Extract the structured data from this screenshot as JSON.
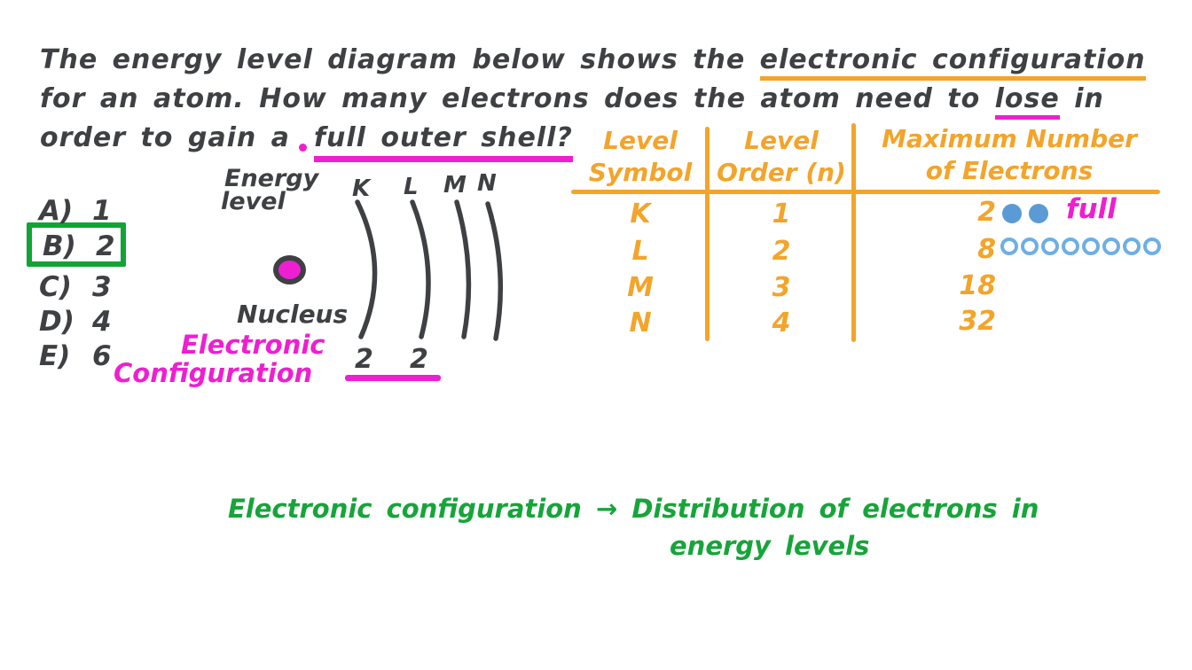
{
  "colors": {
    "ink": "#3E4043",
    "orange": "#F3A42A",
    "magenta": "#EE1FD0",
    "green_text": "#17A43A",
    "green_box": "#10A434",
    "blue_filled": "#5B9BD5",
    "blue_hollow": "#6FAEE3",
    "background": "#FFFFFF"
  },
  "question": {
    "line1_pre": "The energy level diagram below shows the",
    "line1_underlined": "electronic configuration",
    "line2_pre": "for an atom. How many electrons does the atom need to",
    "line2_underlined": "lose",
    "line2_post": "in",
    "line3_pre": "order to gain a",
    "line3_underlined": "full outer shell?"
  },
  "options": [
    {
      "label": "A)",
      "value": "1"
    },
    {
      "label": "B)",
      "value": "2"
    },
    {
      "label": "C)",
      "value": "3"
    },
    {
      "label": "D)",
      "value": "4"
    },
    {
      "label": "E)",
      "value": "6"
    }
  ],
  "correct_answer_label": "B)",
  "diagram": {
    "energy_label_1": "Energy",
    "energy_label_2": "level",
    "shells": [
      "K",
      "L",
      "M",
      "N"
    ],
    "nucleus_label": "Nucleus",
    "config_label_1": "Electronic",
    "config_label_2": "Configuration",
    "config_k": "2",
    "config_l": "2"
  },
  "table": {
    "header_col1_line1": "Level",
    "header_col1_line2": "Symbol",
    "header_col2_line1": "Level",
    "header_col2_line2": "Order (n)",
    "header_col3_line1": "Maximum Number",
    "header_col3_line2": "of Electrons",
    "rows": [
      {
        "symbol": "K",
        "order": "1",
        "max": "2",
        "note": "full",
        "filled_dots": 2,
        "hollow_dots": 0
      },
      {
        "symbol": "L",
        "order": "2",
        "max": "8",
        "note": "",
        "filled_dots": 0,
        "hollow_dots": 8
      },
      {
        "symbol": "M",
        "order": "3",
        "max": "18",
        "note": "",
        "filled_dots": 0,
        "hollow_dots": 0
      },
      {
        "symbol": "N",
        "order": "4",
        "max": "32",
        "note": "",
        "filled_dots": 0,
        "hollow_dots": 0
      }
    ]
  },
  "footer": {
    "term": "Electronic configuration",
    "arrow": "→",
    "definition_line1": "Distribution of electrons in",
    "definition_line2": "energy levels"
  }
}
